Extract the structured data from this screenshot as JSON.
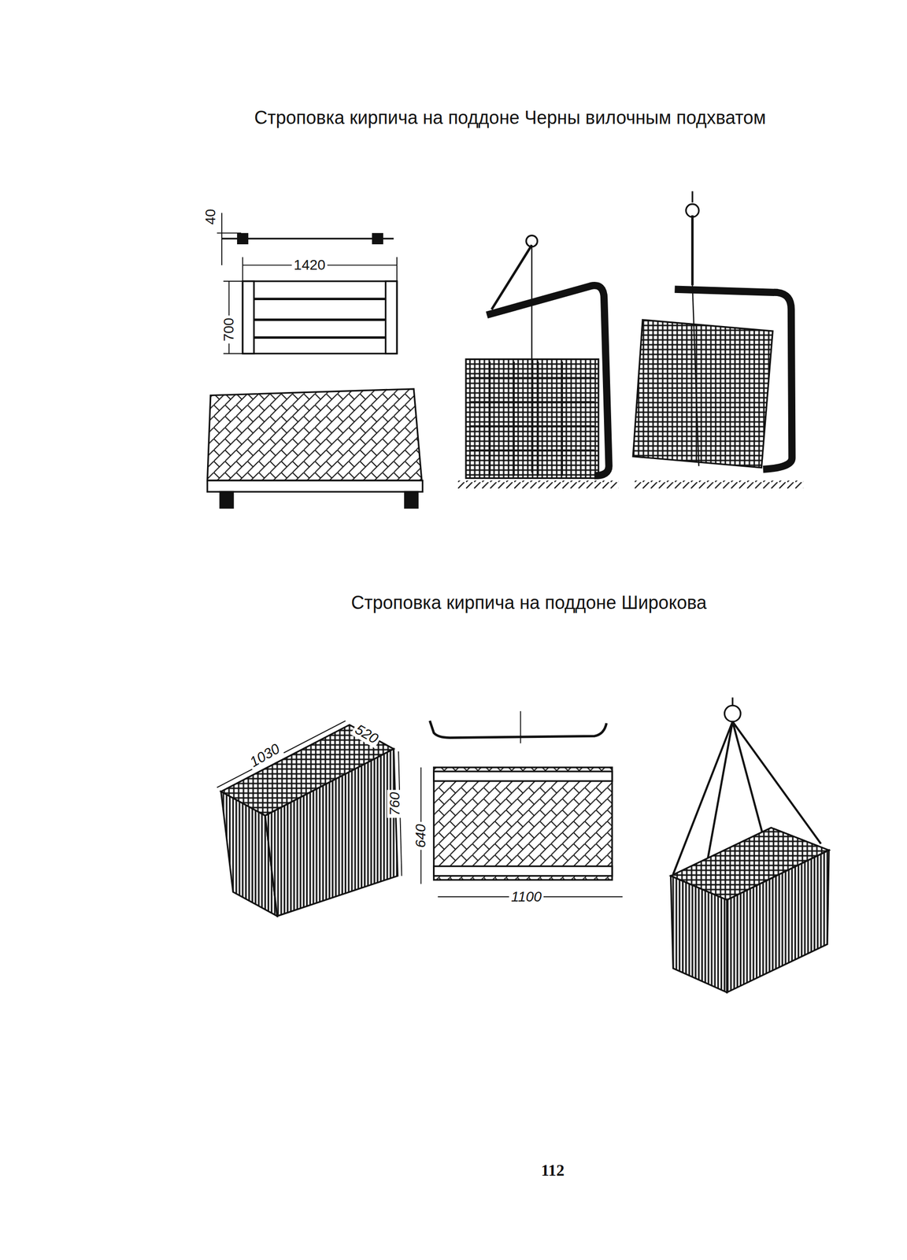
{
  "diagram": {
    "title": "Строповка кирпича на поддоне Черны вилочным подхватом",
    "labels": [
      "40",
      "1420",
      "700",
      "Строповка кирпича на поддоне Широкова",
      "1030",
      "520",
      "760",
      "640",
      "1100",
      "112"
    ]
  }
}
